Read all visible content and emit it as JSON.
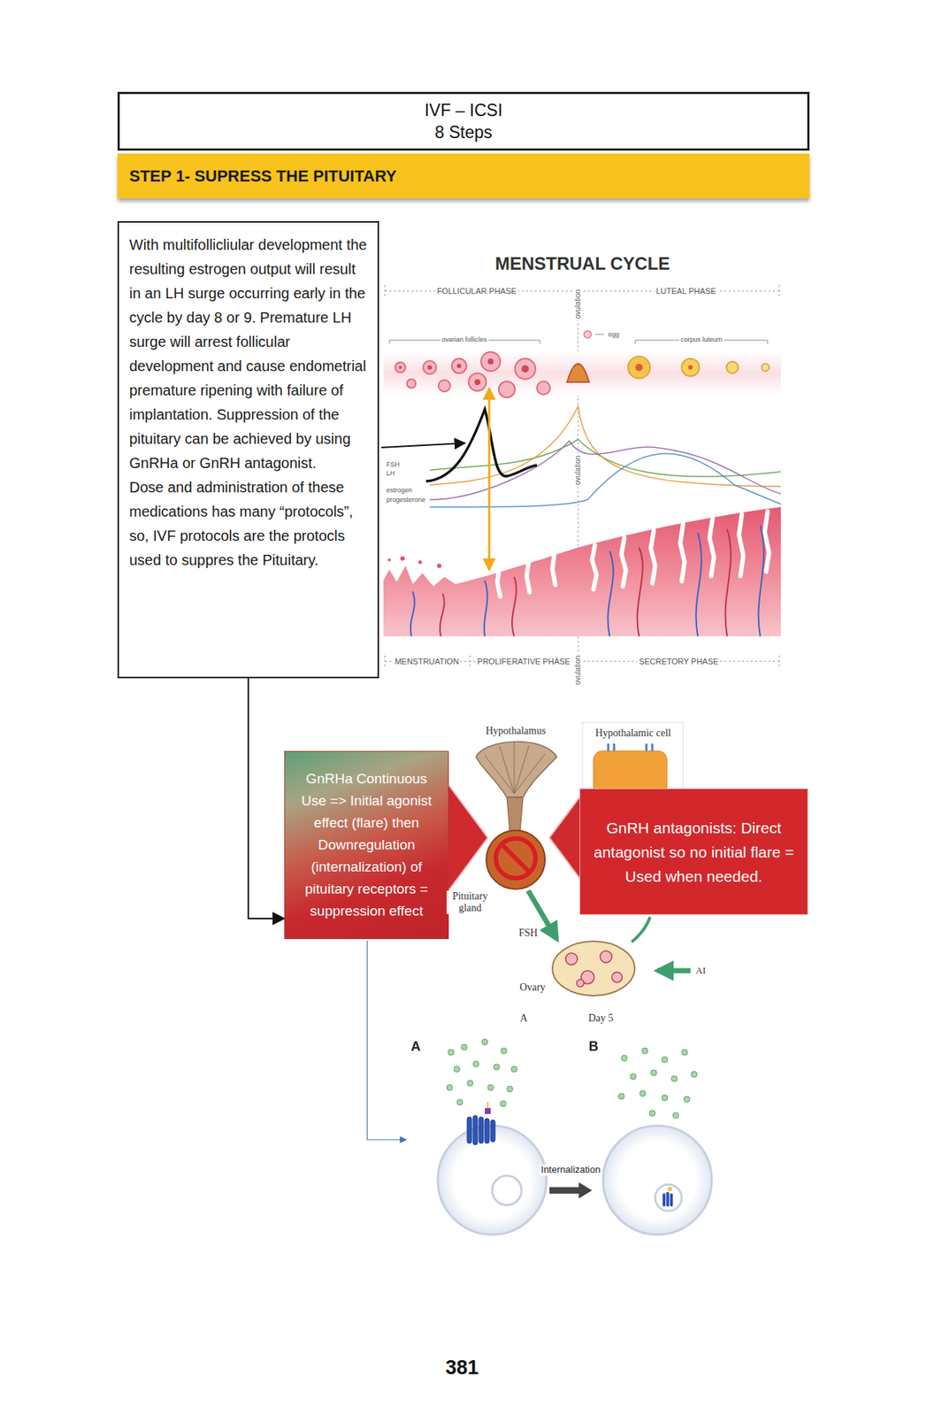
{
  "diagram": {
    "nodes": [
      {
        "text": [
          "IVF – ICSI",
          "8 Steps"
        ]
      },
      {
        "text": [
          "STEP 1- SUPRESS THE PITUITARY"
        ]
      },
      {
        "text": [
          "With multifollicliular development the resulting estrogen output will result in an LH surge occurring early in the cycle by day 8 or 9. Premature LH surge will arrest follicular development and cause endometrial premature ripening with failure of implantation. Suppression of the pituitary can be achieved by using GnRHa or GnRH antagonist.",
          "Dose and administration of these medications has many “protocols”, so, IVF protocols are the protocls used to suppres the Pituitary."
        ]
      },
      {
        "text": [
          "GnRHa Continuous Use => Initial agonist effect (flare) then Downregulation (internalization) of pituitary receptors = suppression effect"
        ]
      },
      {
        "text": [
          "GnRH antagonists: Direct antagonist so no initial flare = Used when needed."
        ]
      }
    ],
    "edges": [
      {
        "from": 2,
        "to": 3,
        "arrow": "to"
      }
    ],
    "labels": [
      "MENSTRUAL CYCLE",
      "FOLLICULAR PHASE",
      "ovulation",
      "LUTEAL PHASE",
      "ovarian follicles",
      "egg",
      "corpus luteum",
      "FSH",
      "LH",
      "estrogen",
      "progesterone",
      "ovulation",
      "MENSTRUATION",
      "PROLIFERATIVE PHASE",
      "ovulation",
      "SECRETORY PHASE",
      "Hypothalamus",
      "Hypothalamic cell",
      "Pituitary gland",
      "FSH",
      "Ovary",
      "A",
      "Day 5",
      "AI",
      "A",
      "B",
      "Internalization",
      "381"
    ]
  }
}
